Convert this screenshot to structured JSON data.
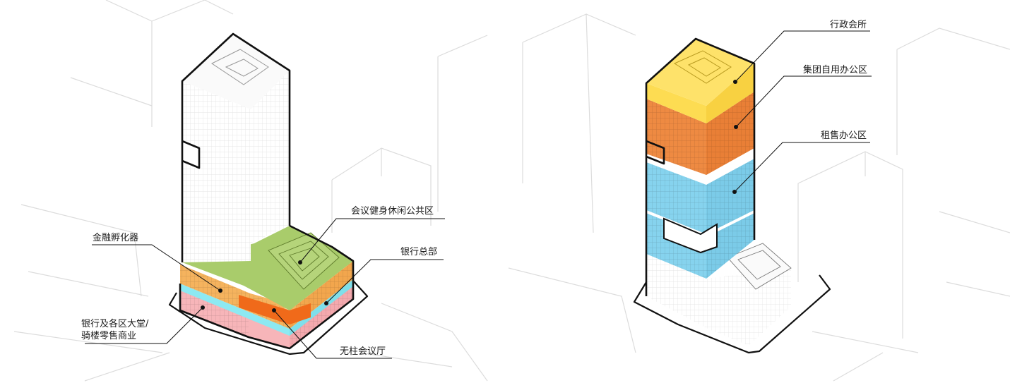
{
  "left_diagram": {
    "labels": {
      "fitness": "会议健身休闲公共区",
      "incubator": "金融孵化器",
      "bank_hq": "银行总部",
      "lobby_line1": "银行及各区大堂/",
      "lobby_line2": "骑楼零售商业",
      "hall": "无柱会议厅"
    }
  },
  "right_diagram": {
    "labels": {
      "exec_club": "行政会所",
      "group_office": "集团自用办公区",
      "rental_office": "租售办公区"
    }
  },
  "colors": {
    "green": "#a9cc6b",
    "orange_light": "#f5b35e",
    "orange_dark": "#f06a1a",
    "cyan": "#8de9f2",
    "pink": "#f7b5b9",
    "yellow": "#fddc52",
    "orange_office": "#ee8a42",
    "blue": "#86d3ee"
  }
}
